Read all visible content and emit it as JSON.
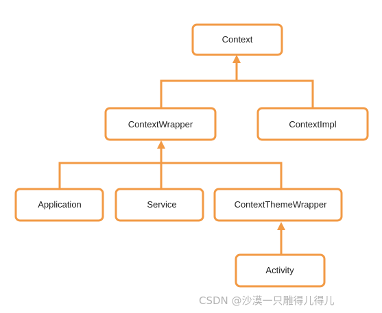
{
  "diagram": {
    "colors": {
      "accent": "#F29A45",
      "node_fill": "#ffffff",
      "text": "#1f1f1f"
    },
    "nodes": {
      "context": "Context",
      "context_wrapper": "ContextWrapper",
      "context_impl": "ContextImpl",
      "application": "Application",
      "service": "Service",
      "context_theme_wrapper": "ContextThemeWrapper",
      "activity": "Activity"
    },
    "relations": [
      {
        "from": "context_wrapper",
        "to": "context"
      },
      {
        "from": "context_impl",
        "to": "context"
      },
      {
        "from": "application",
        "to": "context_wrapper"
      },
      {
        "from": "service",
        "to": "context_wrapper"
      },
      {
        "from": "context_theme_wrapper",
        "to": "context_wrapper"
      },
      {
        "from": "activity",
        "to": "context_theme_wrapper"
      }
    ]
  },
  "watermark": "CSDN @沙漠一只雕得儿得儿"
}
